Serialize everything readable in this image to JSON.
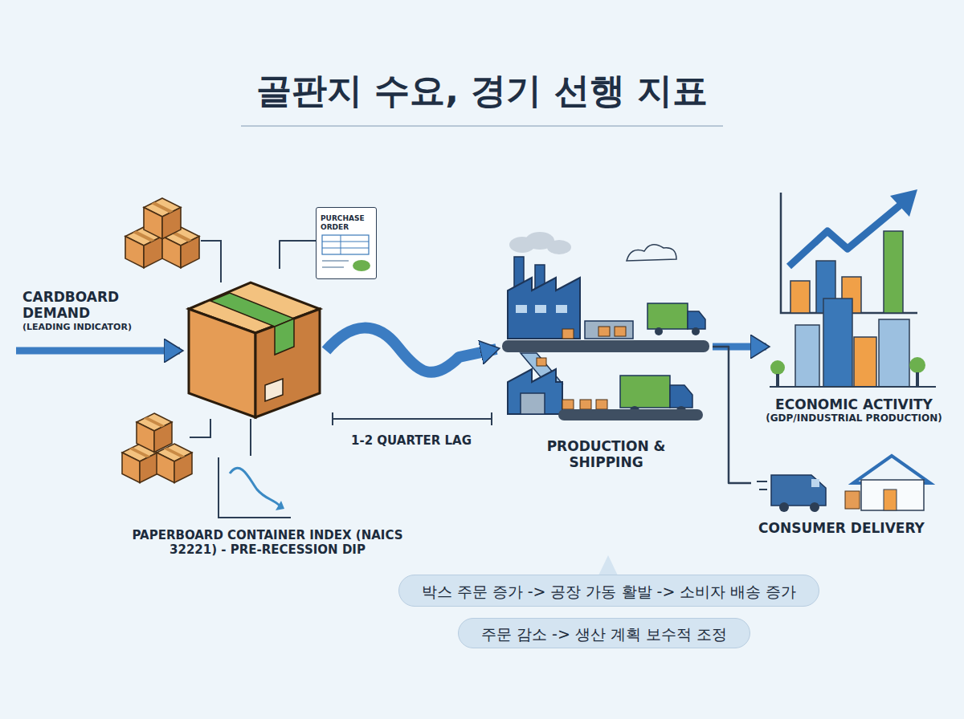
{
  "diagram": {
    "title": "골판지 수요, 경기 선행 지표",
    "nodes": [
      {
        "text": [
          "CARDBOARD DEMAND",
          "(LEADING INDICATOR)"
        ]
      },
      {
        "text": [
          "PAPERBOARD CONTAINER INDEX (NAICS 32221) - PRE-RECESSION DIP"
        ]
      },
      {
        "text": [
          "PRODUCTION & SHIPPING"
        ]
      },
      {
        "text": [
          "ECONOMIC ACTIVITY",
          "(GDP/INDUSTRIAL PRODUCTION)"
        ]
      },
      {
        "text": [
          "CONSUMER DELIVERY"
        ]
      },
      {
        "text": [
          "PURCHASE ORDER"
        ]
      },
      {
        "text": [
          "박스 주문 증가 -> 공장 가동 활발 -> 소비자 배송 증가"
        ]
      },
      {
        "text": [
          "주문 감소 -> 생산 계획 보수적 조정"
        ]
      }
    ],
    "edges": [
      {
        "from": 0,
        "to": 1,
        "arrow": "to"
      },
      {
        "from": 1,
        "to": 2,
        "arrow": "to"
      },
      {
        "from": 2,
        "to": 3,
        "arrow": "to"
      },
      {
        "from": 2,
        "to": 4,
        "arrow": "none"
      },
      {
        "from": 1,
        "to": 5,
        "arrow": "none"
      }
    ],
    "labels": [
      "1-2 QUARTER LAG"
    ]
  }
}
